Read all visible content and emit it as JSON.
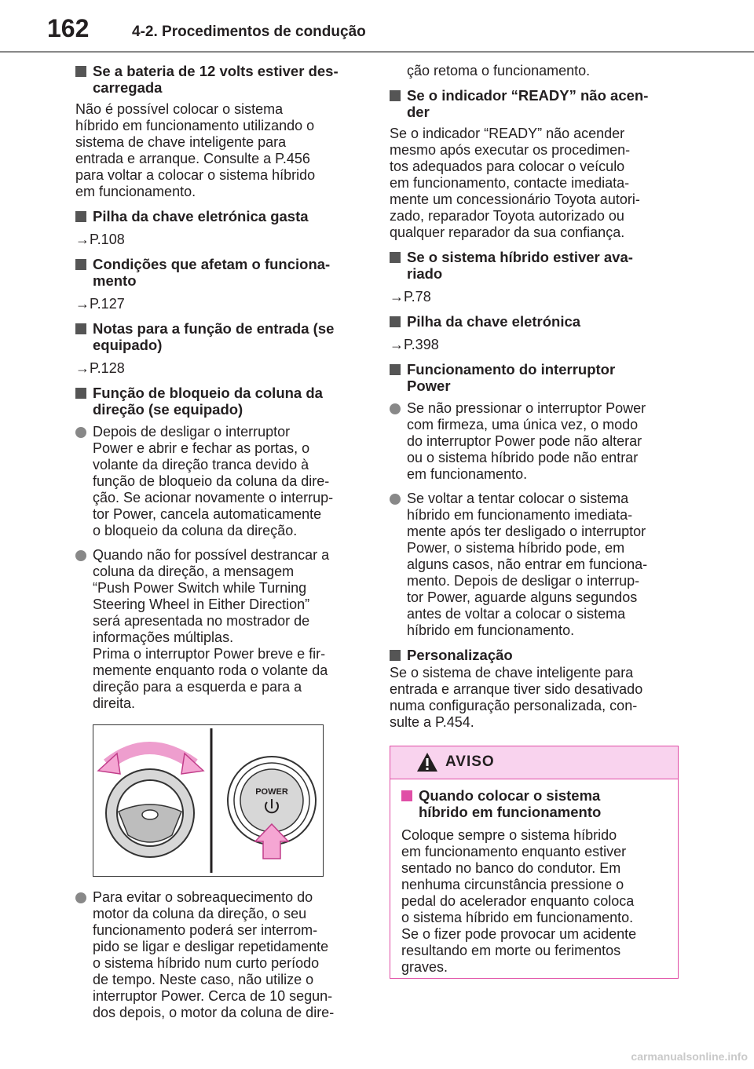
{
  "header": {
    "page_number": "162",
    "section": "4-2. Procedimentos de condução"
  },
  "left": {
    "s1": {
      "heading": "Se a bateria de 12 volts estiver des-\ncarregada",
      "text": "Não é possível colocar o sistema\nhíbrido em funcionamento utilizando o\nsistema de chave inteligente para\nentrada e arranque. Consulte a P.456\npara voltar a colocar o sistema híbrido\nem funcionamento."
    },
    "s2": {
      "heading": "Pilha da chave eletrónica gasta",
      "ref": "→P.108"
    },
    "s3": {
      "heading": "Condições que afetam o funciona-\nmento",
      "ref": "→P.127"
    },
    "s4": {
      "heading": "Notas para a função de entrada (se\nequipado)",
      "ref": "→P.128"
    },
    "s5": {
      "heading": "Função de bloqueio da coluna da\ndireção (se equipado)",
      "b1": "Depois de desligar o interruptor\nPower e abrir e fechar as portas, o\nvolante da direção tranca devido à\nfunção de bloqueio da coluna da dire-\nção. Se acionar novamente o interrup-\ntor Power, cancela automaticamente\no bloqueio da coluna da direção.",
      "b2": "Quando não for possível destrancar a\ncoluna da direção, a mensagem\n“Push Power Switch while Turning\nSteering Wheel in Either Direction”\nserá apresentada no mostrador de\ninformações múltiplas.\nPrima o interruptor Power breve e fir-\nmemente enquanto roda o volante da\ndireção para a esquerda e para a\ndireita.",
      "b3": "Para evitar o sobreaquecimento do\nmotor da coluna da direção, o seu\nfuncionamento poderá ser interrom-\npido se ligar e desligar repetidamente\no sistema híbrido num curto período\nde tempo. Neste caso, não utilize o\ninterruptor Power. Cerca de 10 segun-\ndos depois, o motor da coluna de dire-"
    },
    "figure": {
      "button_label": "POWER"
    }
  },
  "right": {
    "cont": "ção retoma o funcionamento.",
    "s6": {
      "heading": "Se o indicador “READY” não acen-\nder",
      "text": "Se o indicador “READY” não acender\nmesmo após executar os procedimen-\ntos adequados para colocar o veículo\nem funcionamento, contacte imediata-\nmente um concessionário Toyota autori-\nzado, reparador Toyota autorizado ou\nqualquer reparador da sua confiança."
    },
    "s7": {
      "heading": "Se o sistema híbrido estiver ava-\nriado",
      "ref": "→P.78"
    },
    "s8": {
      "heading": "Pilha da chave eletrónica",
      "ref": "→P.398"
    },
    "s9": {
      "heading": "Funcionamento do interruptor\nPower",
      "b1": "Se não pressionar o interruptor Power\ncom firmeza, uma única vez, o modo\ndo interruptor Power pode não alterar\nou o sistema híbrido pode não entrar\nem funcionamento.",
      "b2": "Se voltar a tentar colocar o sistema\nhíbrido em funcionamento imediata-\nmente após ter desligado o interruptor\nPower, o sistema híbrido pode, em\nalguns casos, não entrar em funciona-\nmento. Depois de desligar o interrup-\ntor Power, aguarde alguns segundos\nantes de voltar a colocar o sistema\nhíbrido em funcionamento."
    },
    "s10": {
      "heading": "Personalização",
      "text": "Se o sistema de chave inteligente para\nentrada e arranque tiver sido desativado\nnuma configuração personalizada, con-\nsulte a P.454."
    }
  },
  "warning": {
    "title": "AVISO",
    "heading": "Quando colocar o sistema\nhíbrido em funcionamento",
    "text": "Coloque sempre o sistema híbrido\nem funcionamento enquanto estiver\nsentado no banco do condutor. Em\nnenhuma circunstância pressione o\npedal do acelerador enquanto coloca\no sistema híbrido em funcionamento.\nSe o fizer pode provocar um acidente\nresultando em morte ou ferimentos\ngraves.",
    "accent": "#e04ea6",
    "fill": "#f9d3ee"
  },
  "footer": {
    "watermark": "carmanualsonline.info"
  }
}
